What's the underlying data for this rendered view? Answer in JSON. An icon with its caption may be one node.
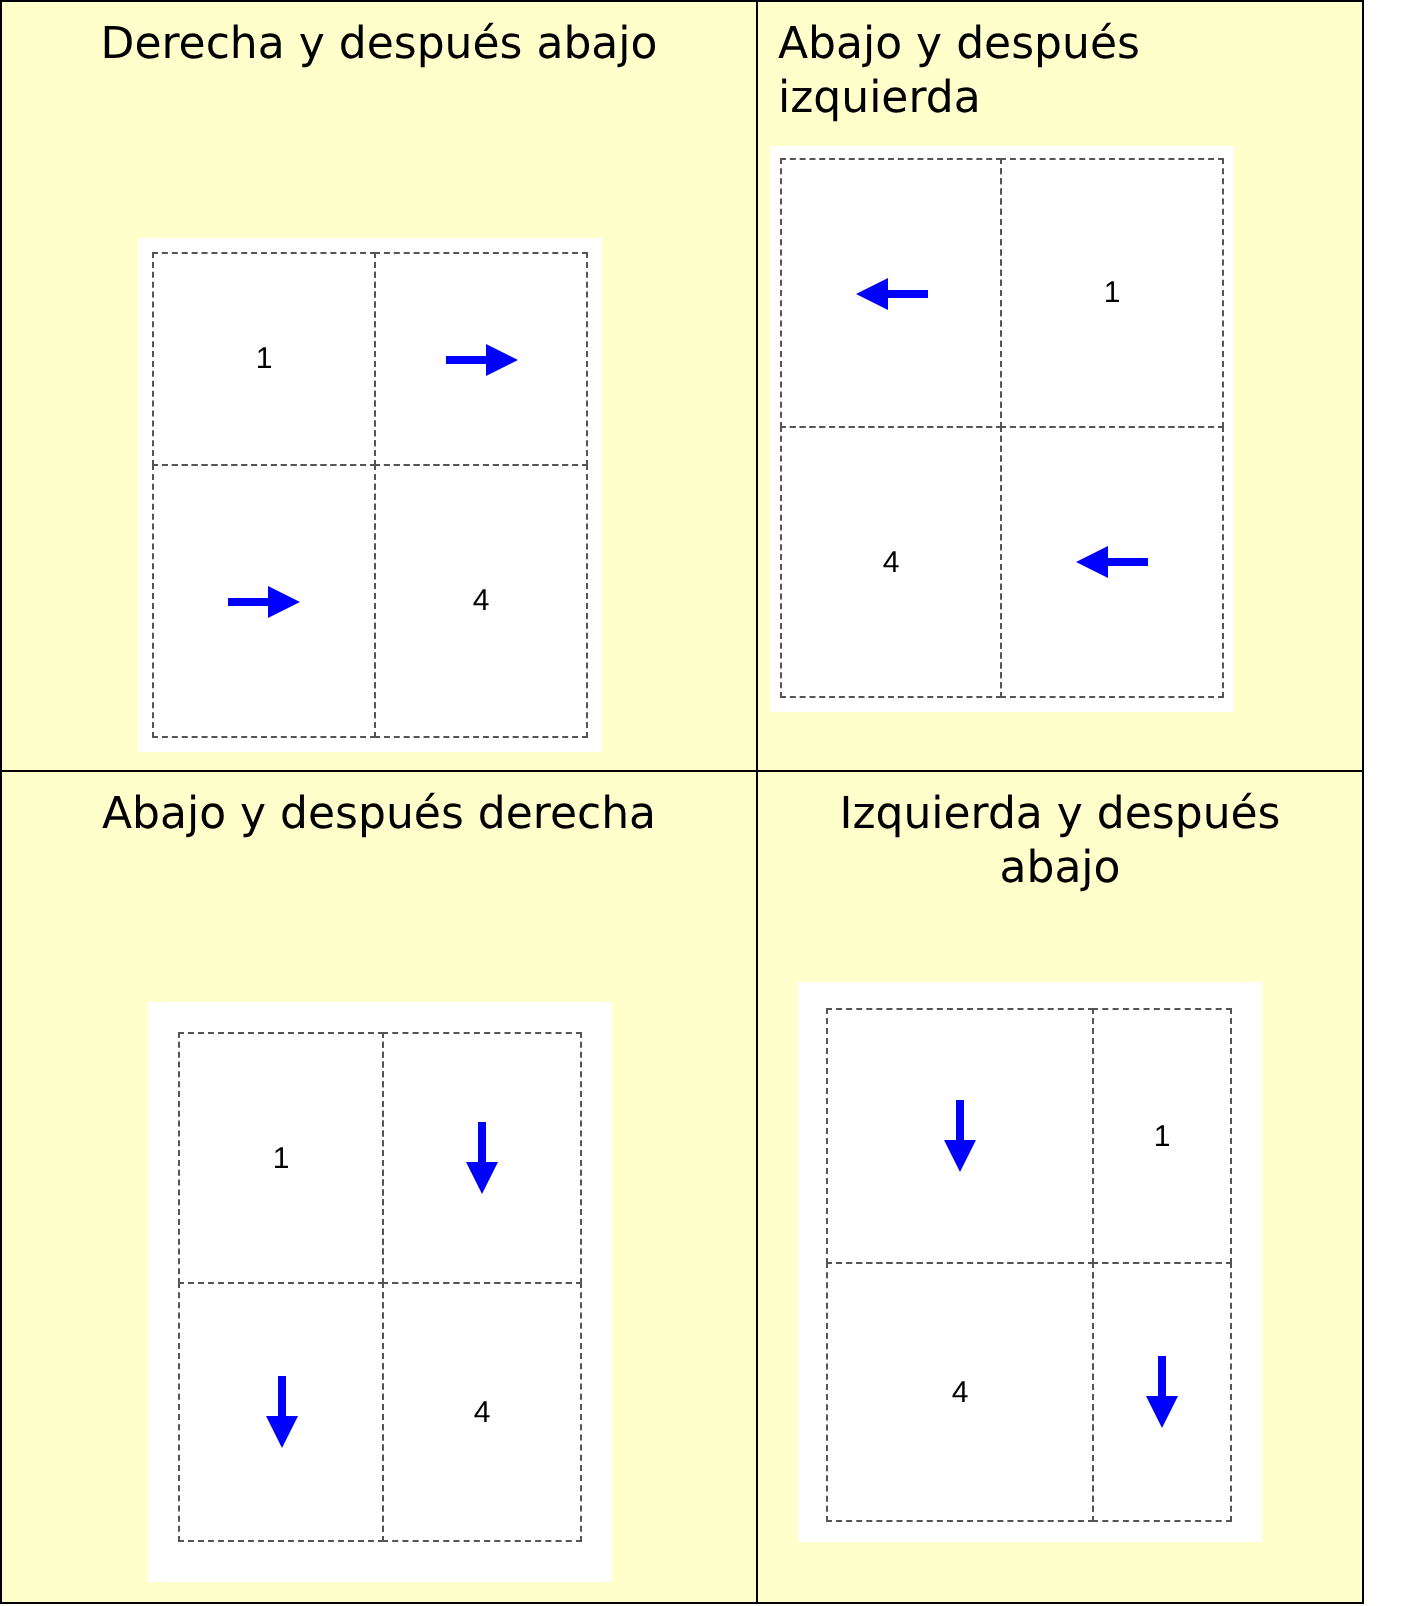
{
  "diagram": {
    "nodes": [
      {
        "text": [
          "Derecha y después abajo"
        ]
      },
      {
        "text": [
          "1"
        ],
        "in": 0
      },
      {
        "text": [],
        "shape": "box",
        "in": 0
      },
      {
        "text": [],
        "shape": "box",
        "in": 0
      },
      {
        "text": [
          "4"
        ],
        "in": 0
      },
      {
        "text": [
          "Abajo y después izquierda"
        ]
      },
      {
        "text": [],
        "shape": "box",
        "in": 5
      },
      {
        "text": [
          "1"
        ],
        "in": 5
      },
      {
        "text": [
          "4"
        ],
        "in": 5
      },
      {
        "text": [],
        "shape": "box",
        "in": 5
      },
      {
        "text": [
          "Abajo y después derecha"
        ]
      },
      {
        "text": [
          "1"
        ],
        "in": 10
      },
      {
        "text": [],
        "shape": "box",
        "in": 10
      },
      {
        "text": [],
        "shape": "box",
        "in": 10
      },
      {
        "text": [
          "4"
        ],
        "in": 10
      },
      {
        "text": [
          "Izquierda y después abajo"
        ]
      },
      {
        "text": [],
        "shape": "box",
        "in": 15
      },
      {
        "text": [
          "1"
        ],
        "in": 15
      },
      {
        "text": [
          "4"
        ],
        "in": 15
      },
      {
        "text": [],
        "shape": "box",
        "in": 15
      }
    ]
  }
}
